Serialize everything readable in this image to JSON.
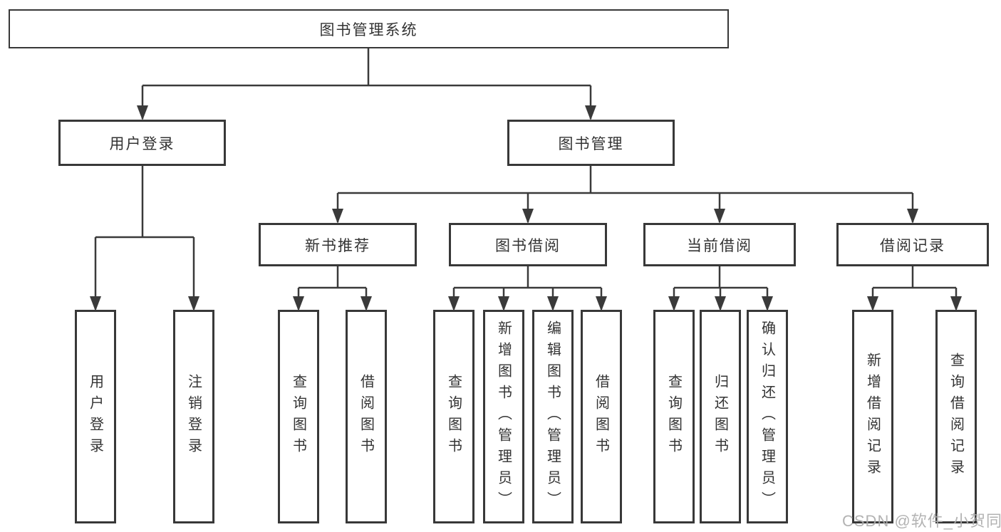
{
  "diagram": {
    "title": "图书管理系统",
    "branches": [
      {
        "label": "用户登录",
        "children": [
          {
            "label": "用户登录"
          },
          {
            "label": "注销登录"
          }
        ]
      },
      {
        "label": "图书管理",
        "groups": [
          {
            "label": "新书推荐",
            "children": [
              {
                "label": "查询图书"
              },
              {
                "label": "借阅图书"
              }
            ]
          },
          {
            "label": "图书借阅",
            "children": [
              {
                "label": "查询图书"
              },
              {
                "label": "新增图书（管理员）"
              },
              {
                "label": "编辑图书（管理员）"
              },
              {
                "label": "借阅图书"
              }
            ]
          },
          {
            "label": "当前借阅",
            "children": [
              {
                "label": "查询图书"
              },
              {
                "label": "归还图书"
              },
              {
                "label": "确认归还（管理员）"
              }
            ]
          },
          {
            "label": "借阅记录",
            "children": [
              {
                "label": "新增借阅记录"
              },
              {
                "label": "查询借阅记录"
              }
            ]
          }
        ]
      }
    ]
  },
  "watermark": "CSDN @软件_小贺同学"
}
